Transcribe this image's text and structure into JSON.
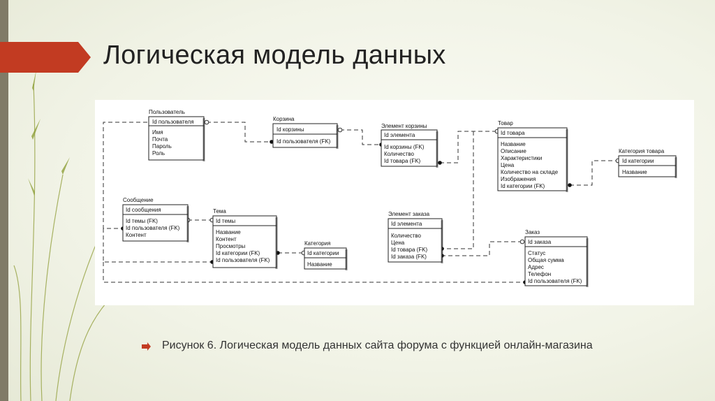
{
  "slide": {
    "title": "Логическая модель данных",
    "caption": "Рисунок 6. Логическая модель данных сайта форума с функцией онлайн-магазина",
    "colors": {
      "title_bar": "#c0392b",
      "accent_stripe": "#807b67",
      "leaf": "#8a9a3a",
      "bullet": "#c0392b"
    }
  },
  "diagram": {
    "entities": {
      "user": {
        "name": "Пользователь",
        "key": [
          "Id пользователя"
        ],
        "attrs": [
          "Имя",
          "Почта",
          "Пароль",
          "Роль"
        ]
      },
      "cart": {
        "name": "Корзина",
        "key": [
          "Id корзины"
        ],
        "attrs": [
          "Id пользователя (FK)"
        ]
      },
      "cart_item": {
        "name": "Элемент корзины",
        "key": [
          "Id элемента"
        ],
        "attrs": [
          "Id корзины (FK)",
          "Количество",
          "Id товара (FK)"
        ]
      },
      "product": {
        "name": "Товар",
        "key": [
          "Id товара"
        ],
        "attrs": [
          "Название",
          "Описание",
          "Характеристики",
          "Цена",
          "Количество на складе",
          "Изображения",
          "Id категории (FK)"
        ]
      },
      "product_cat": {
        "name": "Категория товара",
        "key": [
          "Id категории"
        ],
        "attrs": [
          "Название"
        ]
      },
      "message": {
        "name": "Сообщение",
        "key": [
          "Id сообщения"
        ],
        "attrs": [
          "Id темы (FK)",
          "Id пользователя (FK)",
          "Контент"
        ]
      },
      "topic": {
        "name": "Тема",
        "key": [
          "Id темы"
        ],
        "attrs": [
          "Название",
          "Контент",
          "Просмотры",
          "Id категории (FK)",
          "Id пользователя (FK)"
        ]
      },
      "category": {
        "name": "Категория",
        "key": [
          "Id категории"
        ],
        "attrs": [
          "Название"
        ]
      },
      "order_item": {
        "name": "Элемент заказа",
        "key": [
          "Id элемента"
        ],
        "attrs": [
          "Количество",
          "Цена",
          "Id товара (FK)",
          "Id заказа (FK)"
        ]
      },
      "order": {
        "name": "Заказ",
        "key": [
          "Id заказа"
        ],
        "attrs": [
          "Статус",
          "Общая сумма",
          "Адрес",
          "Телефон",
          "Id пользователя (FK)"
        ]
      }
    }
  }
}
